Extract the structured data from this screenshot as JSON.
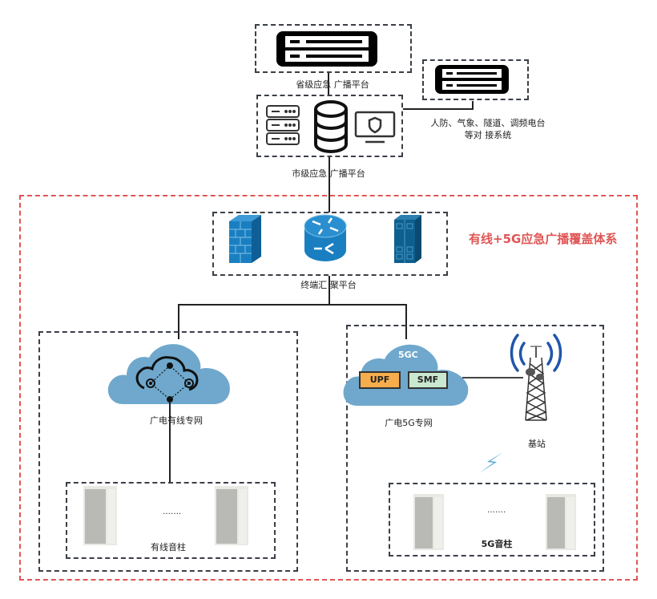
{
  "diagram": {
    "title": "有线+5G应急广播覆盖体系",
    "colors": {
      "title_red": "#e05555",
      "frame_dash": "#3a3f47",
      "icon_blue": "#1a7fc0",
      "cloud_blue": "#6fa8cc",
      "upf_fill": "#f6ad4c",
      "smf_fill": "#c9e8cf",
      "signal_blue": "#2255aa"
    },
    "nodes": {
      "provincial": {
        "label": "省级应急 广播平台",
        "icon": "server-rack-icon"
      },
      "municipal": {
        "label": "市级应急 广播平台",
        "icons": [
          "server-stack-icon",
          "database-icon",
          "monitor-shield-icon"
        ]
      },
      "external": {
        "label_line1": "人防、气象、隧道、调频电台",
        "label_line2": "等对 接系统",
        "icon": "server-rack-icon"
      },
      "aggregation": {
        "label": "终端汇 聚平台",
        "icons": [
          "firewall-icon",
          "router-icon",
          "switch-icon"
        ]
      },
      "wired_network": {
        "label": "广电有线专网",
        "icon": "cloud-network-icon"
      },
      "fiveg_network": {
        "label": "广电5G专网",
        "core_label": "5GC",
        "modules": [
          "UPF",
          "SMF"
        ]
      },
      "base_station": {
        "label": "基站",
        "icon": "cell-tower-icon"
      },
      "wired_speakers": {
        "label": "有线音柱",
        "ellipsis": "……."
      },
      "fiveg_speakers": {
        "label": "5G音柱",
        "ellipsis": "……."
      }
    }
  }
}
